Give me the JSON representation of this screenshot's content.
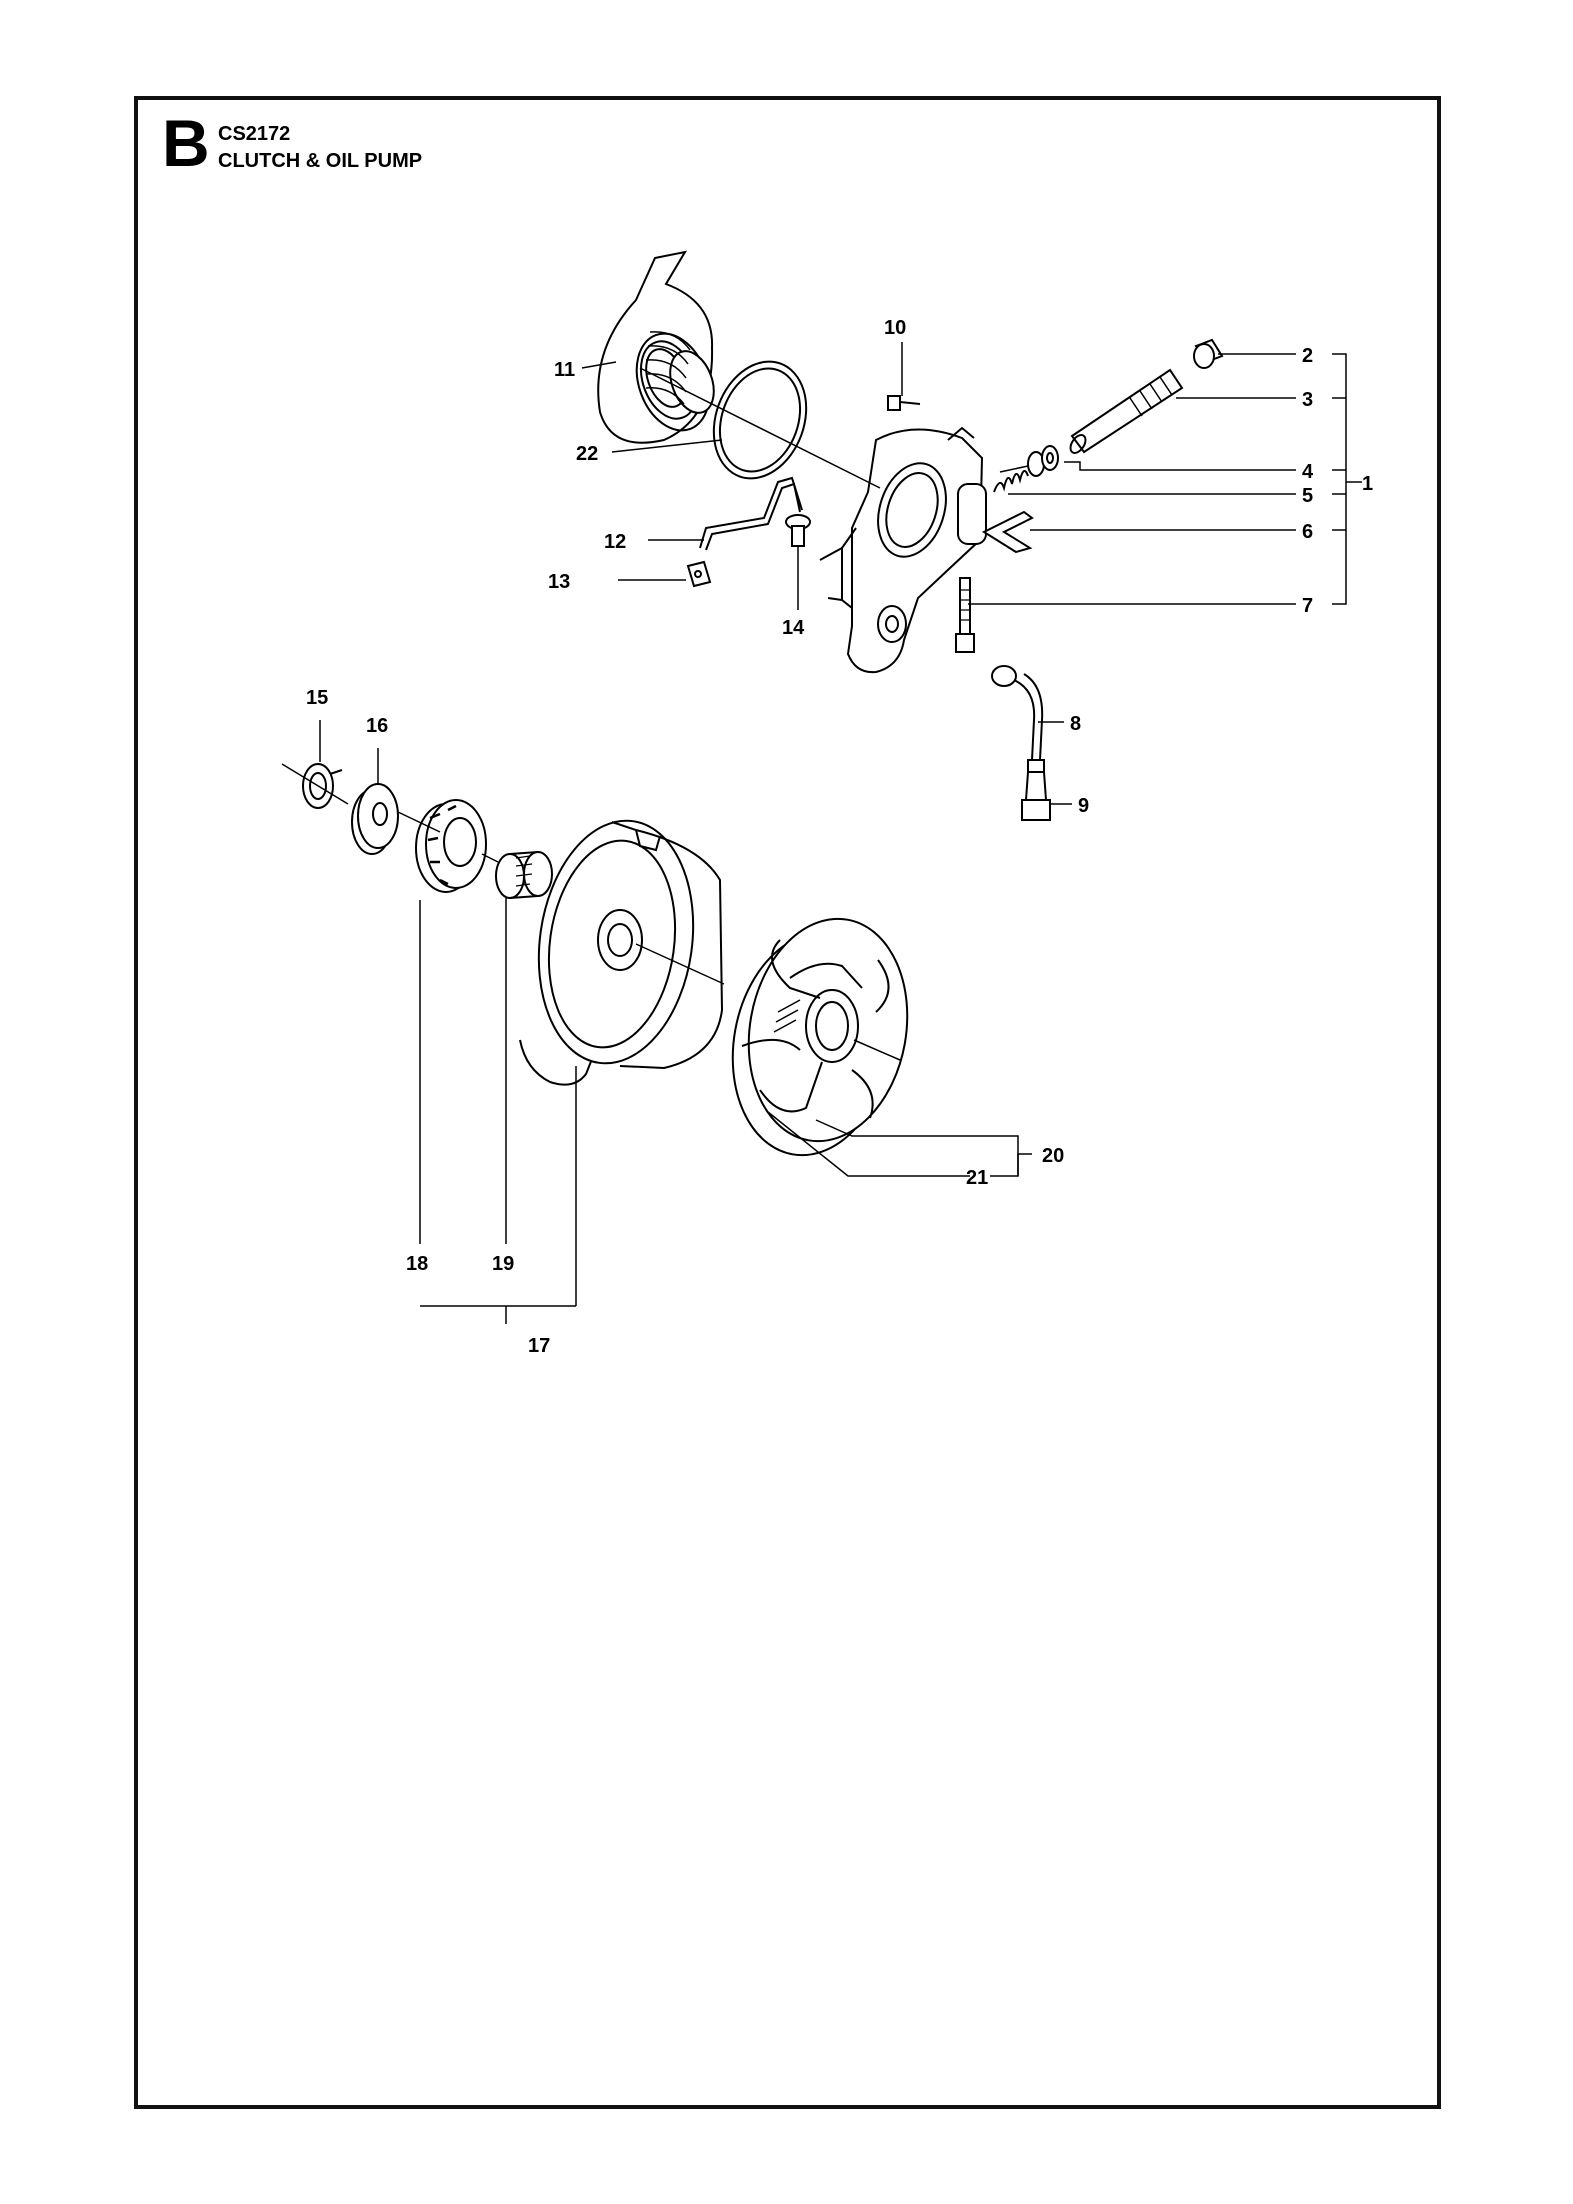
{
  "header": {
    "section_letter": "B",
    "model": "CS2172",
    "title": "CLUTCH & OIL PUMP"
  },
  "callouts": [
    "1",
    "2",
    "3",
    "4",
    "5",
    "6",
    "7",
    "8",
    "9",
    "10",
    "11",
    "12",
    "13",
    "14",
    "15",
    "16",
    "17",
    "18",
    "19",
    "20",
    "21",
    "22"
  ]
}
